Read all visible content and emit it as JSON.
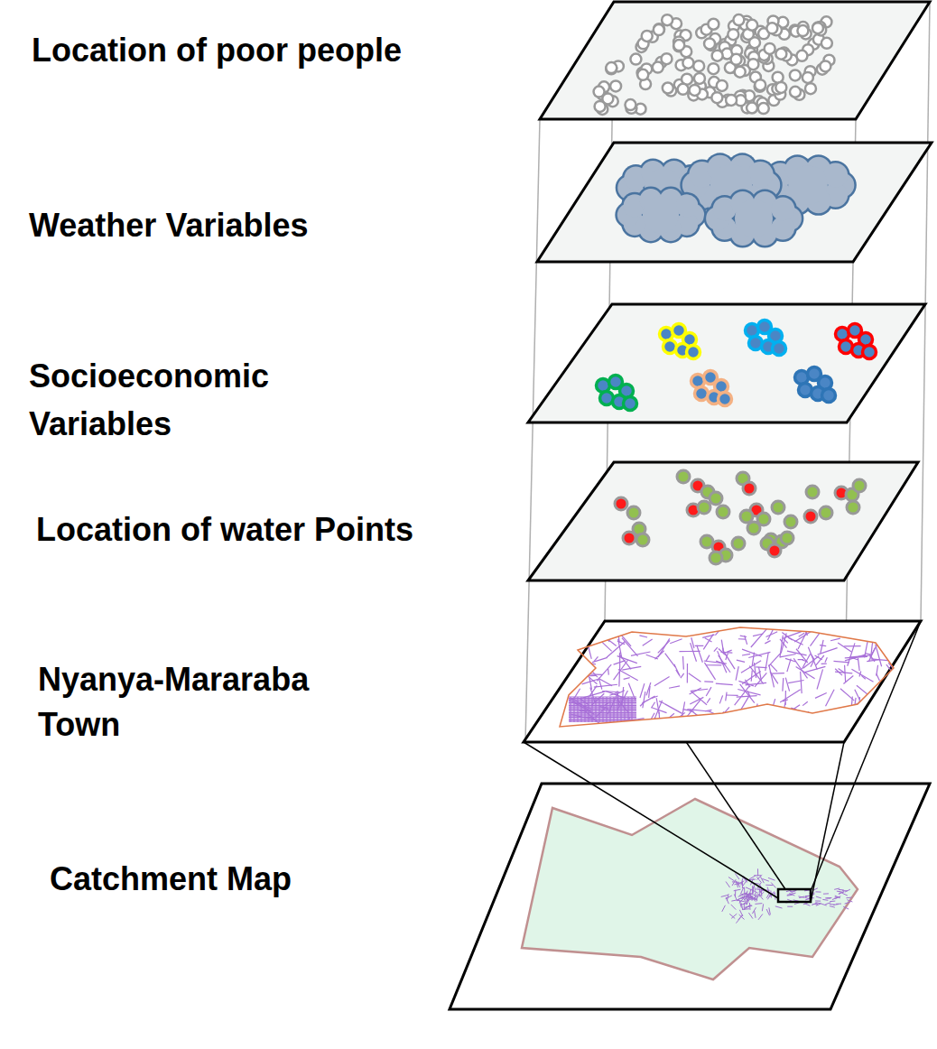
{
  "diagram": {
    "labels": [
      "Location of poor people",
      "Weather Variables",
      "Socioeconomic Variables",
      "Location of water Points",
      "Nyanya-Mararaba Town",
      "Catchment Map"
    ]
  }
}
